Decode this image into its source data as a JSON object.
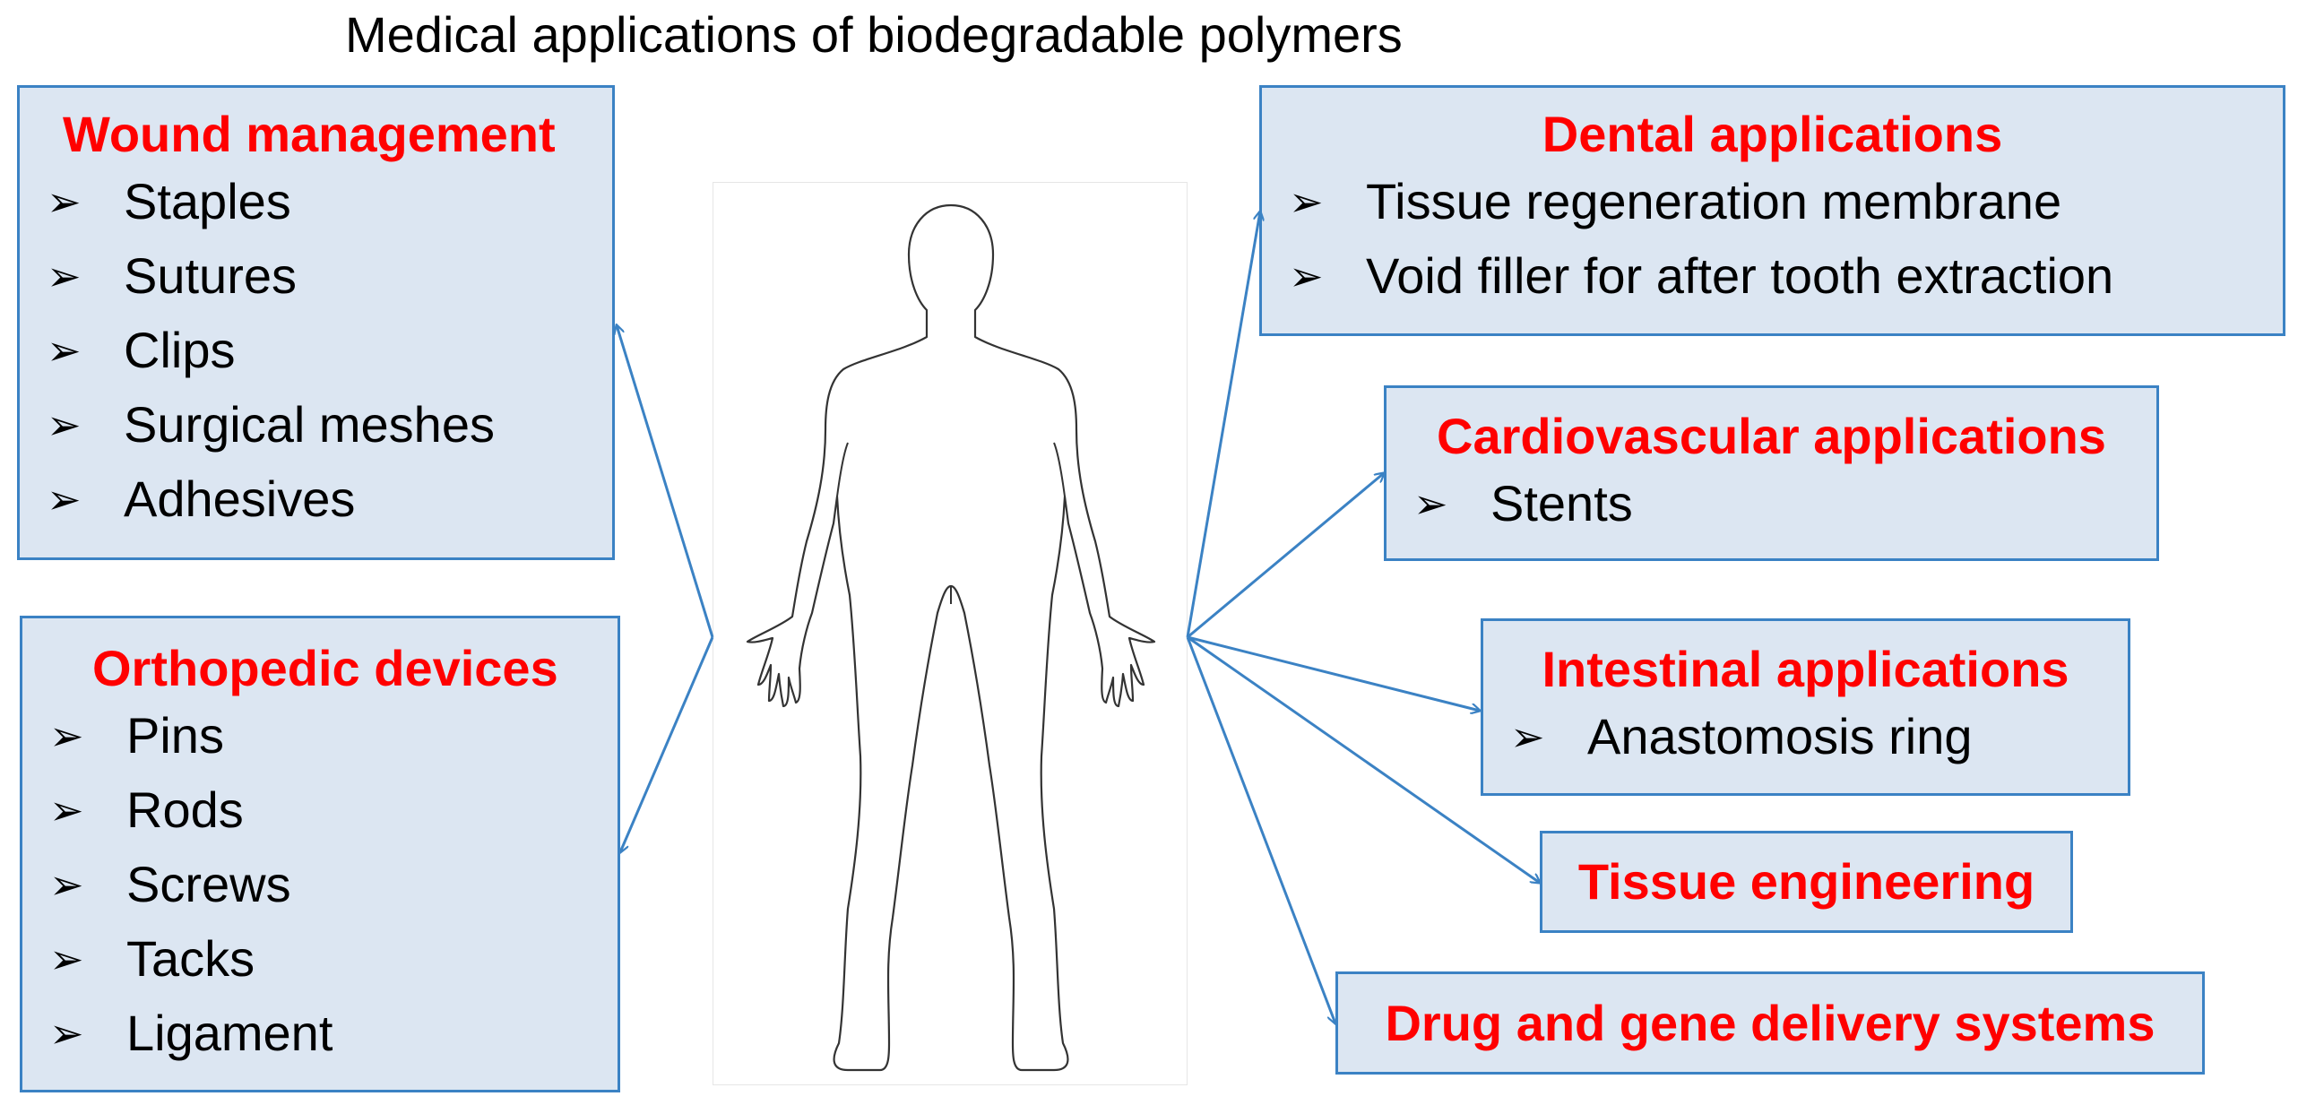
{
  "title": "Medical applications of biodegradable polymers",
  "bullet_icon": "arrowhead-bullet-icon",
  "colors": {
    "heading": "#ff0000",
    "box_fill": "#dce6f2",
    "box_border": "#3b82c4",
    "arrow": "#3b82c4"
  },
  "boxes": {
    "wound": {
      "heading": "Wound management",
      "items": [
        "Staples",
        "Sutures",
        "Clips",
        "Surgical meshes",
        "Adhesives"
      ]
    },
    "ortho": {
      "heading": "Orthopedic devices",
      "items": [
        "Pins",
        "Rods",
        "Screws",
        "Tacks",
        "Ligament"
      ]
    },
    "dental": {
      "heading": "Dental applications",
      "items": [
        "Tissue regeneration membrane",
        "Void filler for after tooth extraction"
      ]
    },
    "cardio": {
      "heading": "Cardiovascular applications",
      "items": [
        "Stents"
      ]
    },
    "intestinal": {
      "heading": "Intestinal applications",
      "items": [
        "Anastomosis ring"
      ]
    },
    "tissue": {
      "heading": "Tissue engineering",
      "items": []
    },
    "drug": {
      "heading": "Drug and gene delivery systems",
      "items": []
    }
  }
}
